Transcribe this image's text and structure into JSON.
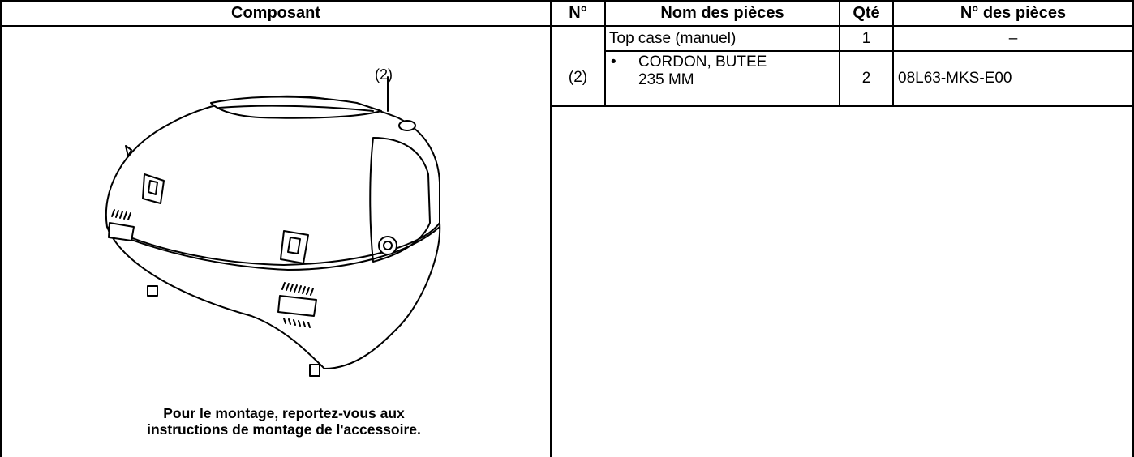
{
  "table": {
    "headers": {
      "component": "Composant",
      "ref_no": "N°",
      "part_name": "Nom des pièces",
      "qty": "Qté",
      "part_no": "N° des pièces"
    },
    "component": {
      "callout": "(2)",
      "caption_line1": "Pour le montage, reportez-vous aux",
      "caption_line2": "instructions de montage de l'accessoire.",
      "illustration": "top-case-line-drawing"
    },
    "rows": [
      {
        "ref": "(2)",
        "name": "Top case (manuel)",
        "qty": "1",
        "part_no": "–"
      },
      {
        "bullet": "•",
        "name_line1": "CORDON, BUTEE",
        "name_line2": "235 MM",
        "qty": "2",
        "part_no": "08L63-MKS-E00"
      }
    ]
  }
}
